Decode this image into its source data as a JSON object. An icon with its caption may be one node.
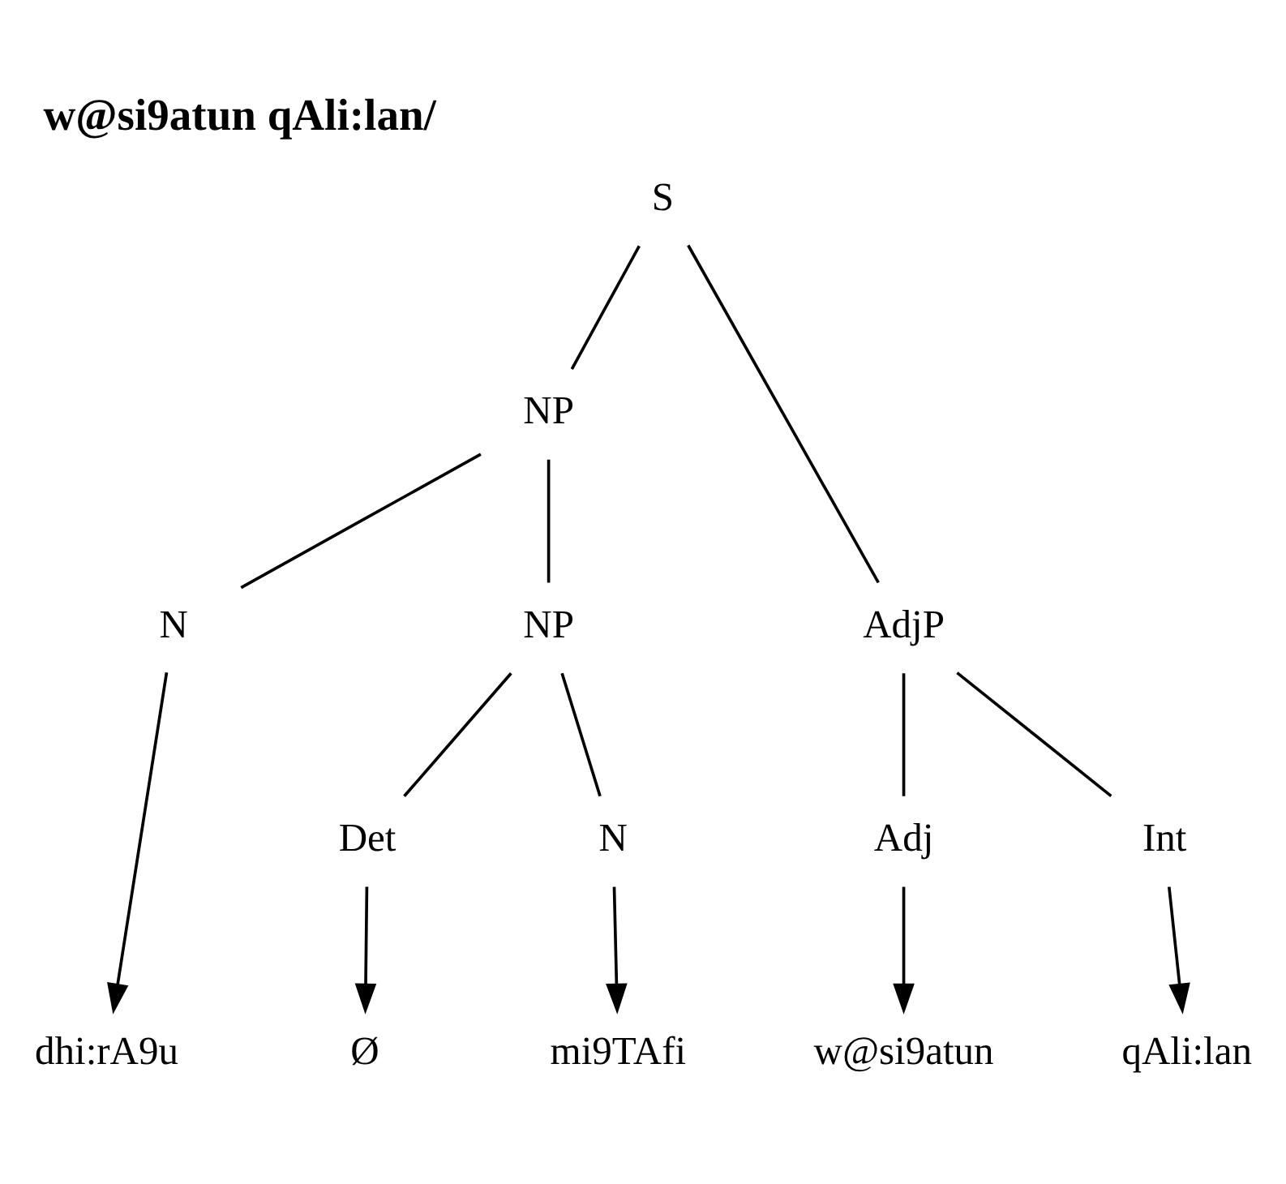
{
  "diagram": {
    "title": "w@si9atun qAli:lan/",
    "nodes": [
      {
        "text": [
          "S"
        ]
      },
      {
        "text": [
          "NP"
        ]
      },
      {
        "text": [
          "AdjP"
        ]
      },
      {
        "text": [
          "N"
        ]
      },
      {
        "text": [
          "NP"
        ]
      },
      {
        "text": [
          "Adj"
        ]
      },
      {
        "text": [
          "Int"
        ]
      },
      {
        "text": [
          "Det"
        ]
      },
      {
        "text": [
          "N"
        ]
      },
      {
        "text": [
          "dhi:rA9u"
        ]
      },
      {
        "text": [
          "Ø"
        ]
      },
      {
        "text": [
          "mi9TAfi"
        ]
      },
      {
        "text": [
          "w@si9atun"
        ]
      },
      {
        "text": [
          "qAli:lan"
        ]
      }
    ],
    "edges": [
      {
        "from": 0,
        "to": 1,
        "arrow": "none"
      },
      {
        "from": 0,
        "to": 2,
        "arrow": "none"
      },
      {
        "from": 1,
        "to": 3,
        "arrow": "none"
      },
      {
        "from": 1,
        "to": 4,
        "arrow": "none"
      },
      {
        "from": 2,
        "to": 5,
        "arrow": "none"
      },
      {
        "from": 2,
        "to": 6,
        "arrow": "none"
      },
      {
        "from": 4,
        "to": 7,
        "arrow": "none"
      },
      {
        "from": 4,
        "to": 8,
        "arrow": "none"
      },
      {
        "from": 3,
        "to": 9,
        "arrow": "to"
      },
      {
        "from": 7,
        "to": 10,
        "arrow": "to"
      },
      {
        "from": 8,
        "to": 11,
        "arrow": "to"
      },
      {
        "from": 5,
        "to": 12,
        "arrow": "to"
      },
      {
        "from": 6,
        "to": 13,
        "arrow": "to"
      }
    ]
  }
}
